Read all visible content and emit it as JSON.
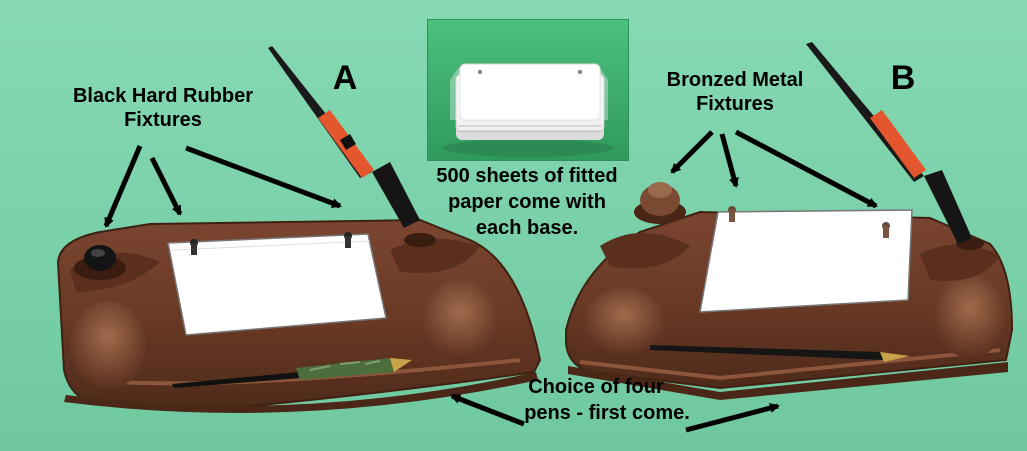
{
  "labels": {
    "left_title_line1": "Black Hard Rubber",
    "left_title_line2": "Fixtures",
    "right_title_line1": "Bronzed Metal",
    "right_title_line2": "Fixtures",
    "mark_a": "A",
    "mark_b": "B",
    "paper_line1": "500 sheets of fitted",
    "paper_line2": "paper come with",
    "paper_line3": "each base.",
    "pens_line1": "Choice of four",
    "pens_line2": "pens - first come."
  },
  "colors": {
    "background": "#7fd4ae",
    "bronze": "#6b3a24",
    "bronze_highlight": "#9a5e40",
    "paper": "#ffffff",
    "pen_orange": "#e4572e",
    "pen_black": "#151515",
    "pen_green": "#4b6e3c",
    "inset_green": "#3fae6e"
  }
}
